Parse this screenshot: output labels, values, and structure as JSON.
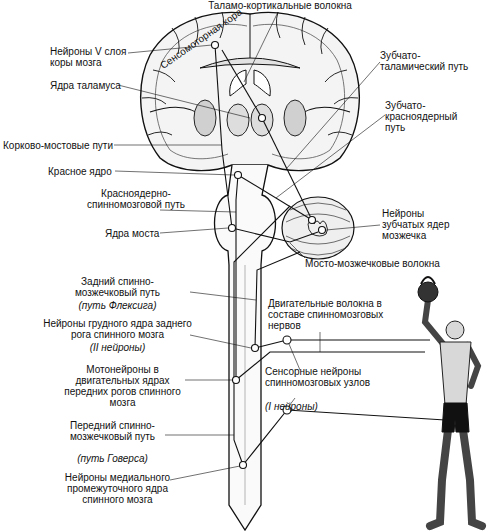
{
  "diagram": {
    "labels": [
      "Таламо-кортикальные волокна",
      "Сенсомоторная кора",
      "Нейроны V слоя коры мозга",
      "Зубчато-таламический путь",
      "Ядра таламуса",
      "Зубчато-красноядерный путь",
      "Корково-мостовые пути",
      "Красное ядро",
      "Красноядерно-спинномозговой путь",
      "Нейроны зубчатых ядер мозжечка",
      "Ядра моста",
      "Мосто-мозжечковые волокна",
      "Задний спинно-мозжечковый путь",
      "(путь Флексига)",
      "Двигательные волокна в составе спинномозговых нервов",
      "Нейроны грудного ядра заднего рога спинного мозга",
      "(II нейроны)",
      "Мотонейроны в двигательных ядрах передних рогов спинного мозга",
      "Сенсорные нейроны спинномозговых узлов",
      "(I нейроны)",
      "Передний спинно-мозжечковый путь",
      "(путь Говерса)",
      "Нейроны медиального промежуточного ядра спинного мозга"
    ]
  }
}
